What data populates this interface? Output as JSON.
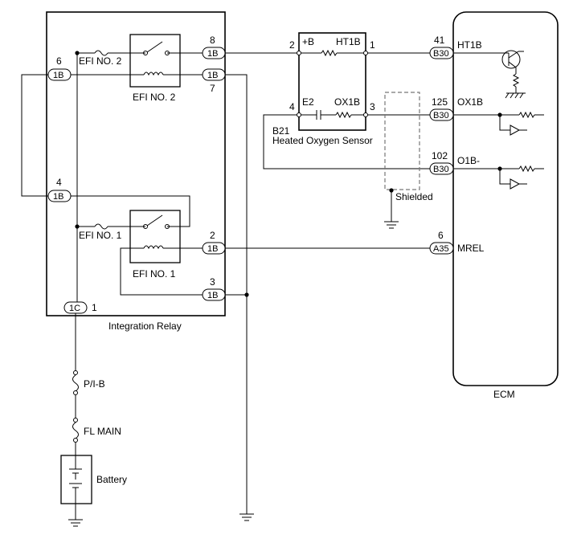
{
  "relay": {
    "name": "Integration Relay",
    "efi2_fuse": "EFI NO. 2",
    "efi2_relay": "EFI NO. 2",
    "efi1_fuse": "EFI NO. 1",
    "efi1_relay": "EFI NO. 1",
    "conn_1b": "1B",
    "conn_1c": "1C",
    "pin_6": "6",
    "pin_4": "4",
    "pin_8": "8",
    "pin_7": "7",
    "pin_2": "2",
    "pin_3": "3",
    "pin_1": "1"
  },
  "sensor": {
    "code": "B21",
    "name": "Heated Oxygen Sensor",
    "term_b": "+B",
    "term_ht1b": "HT1B",
    "term_e2": "E2",
    "term_ox1b": "OX1B",
    "pin_2": "2",
    "pin_1": "1",
    "pin_4": "4",
    "pin_3": "3"
  },
  "shield": {
    "label": "Shielded"
  },
  "ecm": {
    "name": "ECM",
    "pins": [
      {
        "num": "41",
        "conn": "B30",
        "signal": "HT1B"
      },
      {
        "num": "125",
        "conn": "B30",
        "signal": "OX1B"
      },
      {
        "num": "102",
        "conn": "B30",
        "signal": "O1B-"
      },
      {
        "num": "6",
        "conn": "A35",
        "signal": "MREL"
      }
    ]
  },
  "power": {
    "fuse_pib": "P/I-B",
    "fuse_flmain": "FL MAIN",
    "battery": "Battery"
  }
}
